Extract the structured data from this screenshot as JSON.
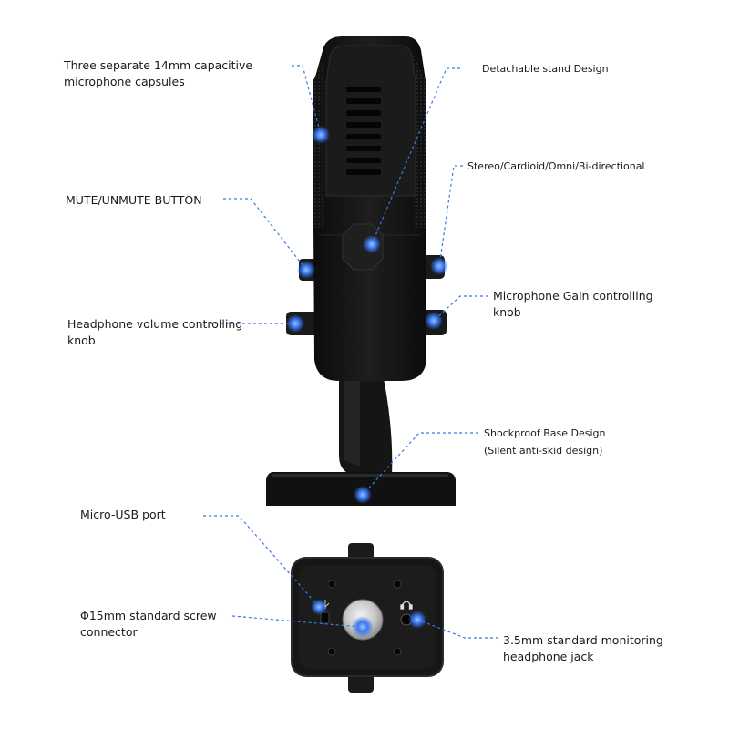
{
  "labels": {
    "capsules": "Three separate 14mm capacitive\nmicrophone capsules",
    "stand": "Detachable stand Design",
    "patterns": "Stereo/Cardioid/Omni/Bi-directional",
    "mute": "MUTE/UNMUTE BUTTON",
    "gain": "Microphone Gain controlling\nknob",
    "headphone_volume": "Headphone volume controlling\nknob",
    "base": "Shockproof Base Design",
    "base_sub": "(Silent anti-skid design)",
    "usb": "Micro-USB port",
    "screw": "Φ15mm standard screw\nconnector",
    "jack": "3.5mm standard monitoring\nheadphone jack"
  },
  "colors": {
    "body": "#141414",
    "body_edge": "#2e2e2e",
    "marker": "#2f6df0",
    "leader": "#3a78e0",
    "text": "#1a1a1a"
  },
  "icons": [
    "usb-icon",
    "headphone-icon"
  ]
}
